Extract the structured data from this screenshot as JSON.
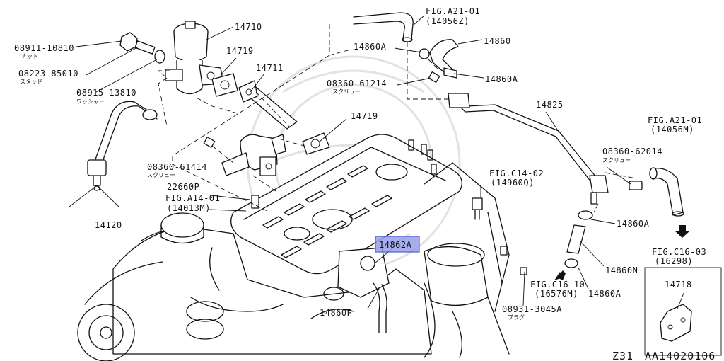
{
  "labels": {
    "p08911": "08911-10810",
    "p08911_sub": "ナット",
    "p08223": "08223-85010",
    "p08223_sub": "スタッド",
    "p08915": "08915-13810",
    "p08915_sub": "ワッシャー",
    "p14710": "14710",
    "p14719a": "14719",
    "p14711": "14711",
    "p14719b": "14719",
    "p14120": "14120",
    "p08360_61414": "08360-61414",
    "p08360_61414_sub": "スクリュー",
    "p22660P": "22660P",
    "figA14_01": "FIG.A14-01",
    "figA14_01_sub": "(14013M)",
    "figA21_01a": "FIG.A21-01",
    "figA21_01a_sub": "(14056Z)",
    "p14860A_a": "14860A",
    "p14860": "14860",
    "p14860A_b": "14860A",
    "p08360_61214": "08360-61214",
    "p08360_61214_sub": "スクリュー",
    "p14825": "14825",
    "figA21_01b": "FIG.A21-01",
    "figA21_01b_sub": "(14056M)",
    "p08360_62014": "08360-62014",
    "p08360_62014_sub": "スクリュー",
    "figC14_02": "FIG.C14-02",
    "figC14_02_sub": "(14960Q)",
    "p14860A_c": "14860A",
    "figC16_03": "FIG.C16-03",
    "figC16_03_sub": "(16298)",
    "p14862A": "14862A",
    "p14860N": "14860N",
    "figC16_10": "FIG.C16-10",
    "figC16_10_sub": "(16576M)",
    "p14860A_d": "14860A",
    "p08931": "08931-3045A",
    "p08931_sub": "プラグ",
    "p14860P": "14860P",
    "p14718": "14718",
    "model": "Z31",
    "code": "AA14020106"
  },
  "highlight_color": "#9aa0ea"
}
